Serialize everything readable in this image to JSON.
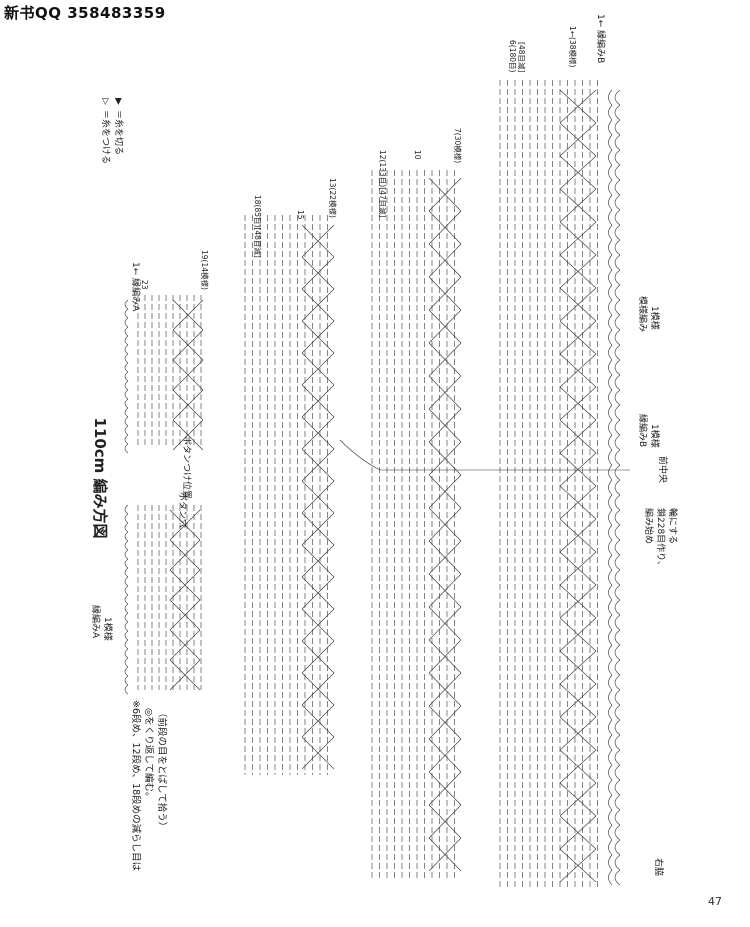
{
  "watermark": "新书QQ 358483359",
  "page_number": "47",
  "title": "110cm 編み方図",
  "legend": {
    "attach_symbol": "▷",
    "attach": "＝糸をつける",
    "cut_symbol": "▶",
    "cut": "＝糸を切る"
  },
  "labels": {
    "pattern_a_right": "1← 縁編みA",
    "row_23": "23",
    "row_19": "19(14模様)",
    "row_18": "18(85目)[48目減]",
    "row_15": "15",
    "row_13": "13(22模様)",
    "row_12": "12(133目)[47目減]",
    "row_10": "10",
    "row_7": "7(30模様)",
    "row_6": "6(180目)",
    "row_6_dec": "[48目減]",
    "row_1_pattern": "1←(38模様)",
    "pattern_b_top": "1← 縁編みB",
    "button_position": "ボタンつけ位置",
    "buttonhole": "ボタン穴",
    "pattern_a_left": "縁編みA",
    "pattern_a_left_repeat": "1模様",
    "pattern_fan": "模様編み",
    "pattern_fan_repeat": "1模様",
    "pattern_b": "縁編みB",
    "pattern_b_repeat": "1模様",
    "front_center": "前中央",
    "start_1": "編み始め",
    "start_2": "鎖228目作り、",
    "start_3": "輪にする",
    "right_front": "右脇",
    "note_1": "※6段め、12段め、18段めの減らし目は",
    "note_2": "◎をくり返して編む。",
    "note_3": "（前段の目をとばして拾う）"
  },
  "colors": {
    "ink": "#222222",
    "paper": "#ffffff"
  }
}
